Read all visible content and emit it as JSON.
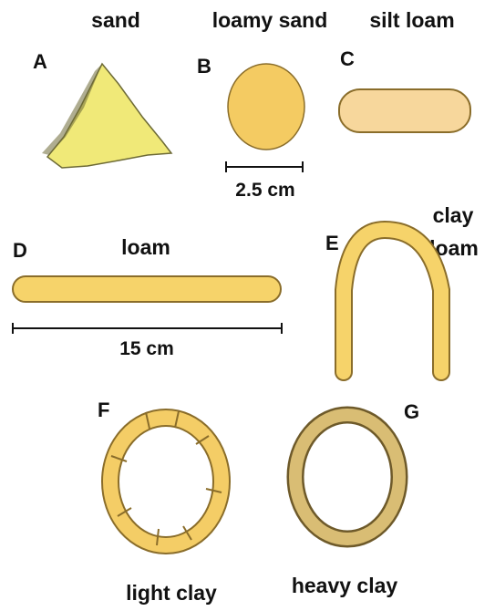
{
  "samples": [
    {
      "letter": "A",
      "texture": "sand",
      "shape": "cone",
      "color": "#f0e978"
    },
    {
      "letter": "B",
      "texture": "loamy sand",
      "shape": "ball",
      "color": "#f4cb62"
    },
    {
      "letter": "C",
      "texture": "silt loam",
      "shape": "short thick roll",
      "color": "#f7d79c"
    },
    {
      "letter": "D",
      "texture": "loam",
      "shape": "long thread",
      "color": "#f6d36a"
    },
    {
      "letter": "E",
      "texture_line1": "clay",
      "texture_line2": "loam",
      "shape": "bent thread",
      "color": "#f6d36a"
    },
    {
      "letter": "F",
      "texture": "light clay",
      "shape": "ring with cracks",
      "color": "#f4cd66"
    },
    {
      "letter": "G",
      "texture": "heavy clay",
      "shape": "smooth ring",
      "color": "#d9bd74"
    }
  ],
  "scale_bars": {
    "small": "2.5 cm",
    "large": "15 cm"
  },
  "colors": {
    "outline": "#6e5a2a",
    "text": "#111111",
    "shade": "#6d6a36"
  }
}
